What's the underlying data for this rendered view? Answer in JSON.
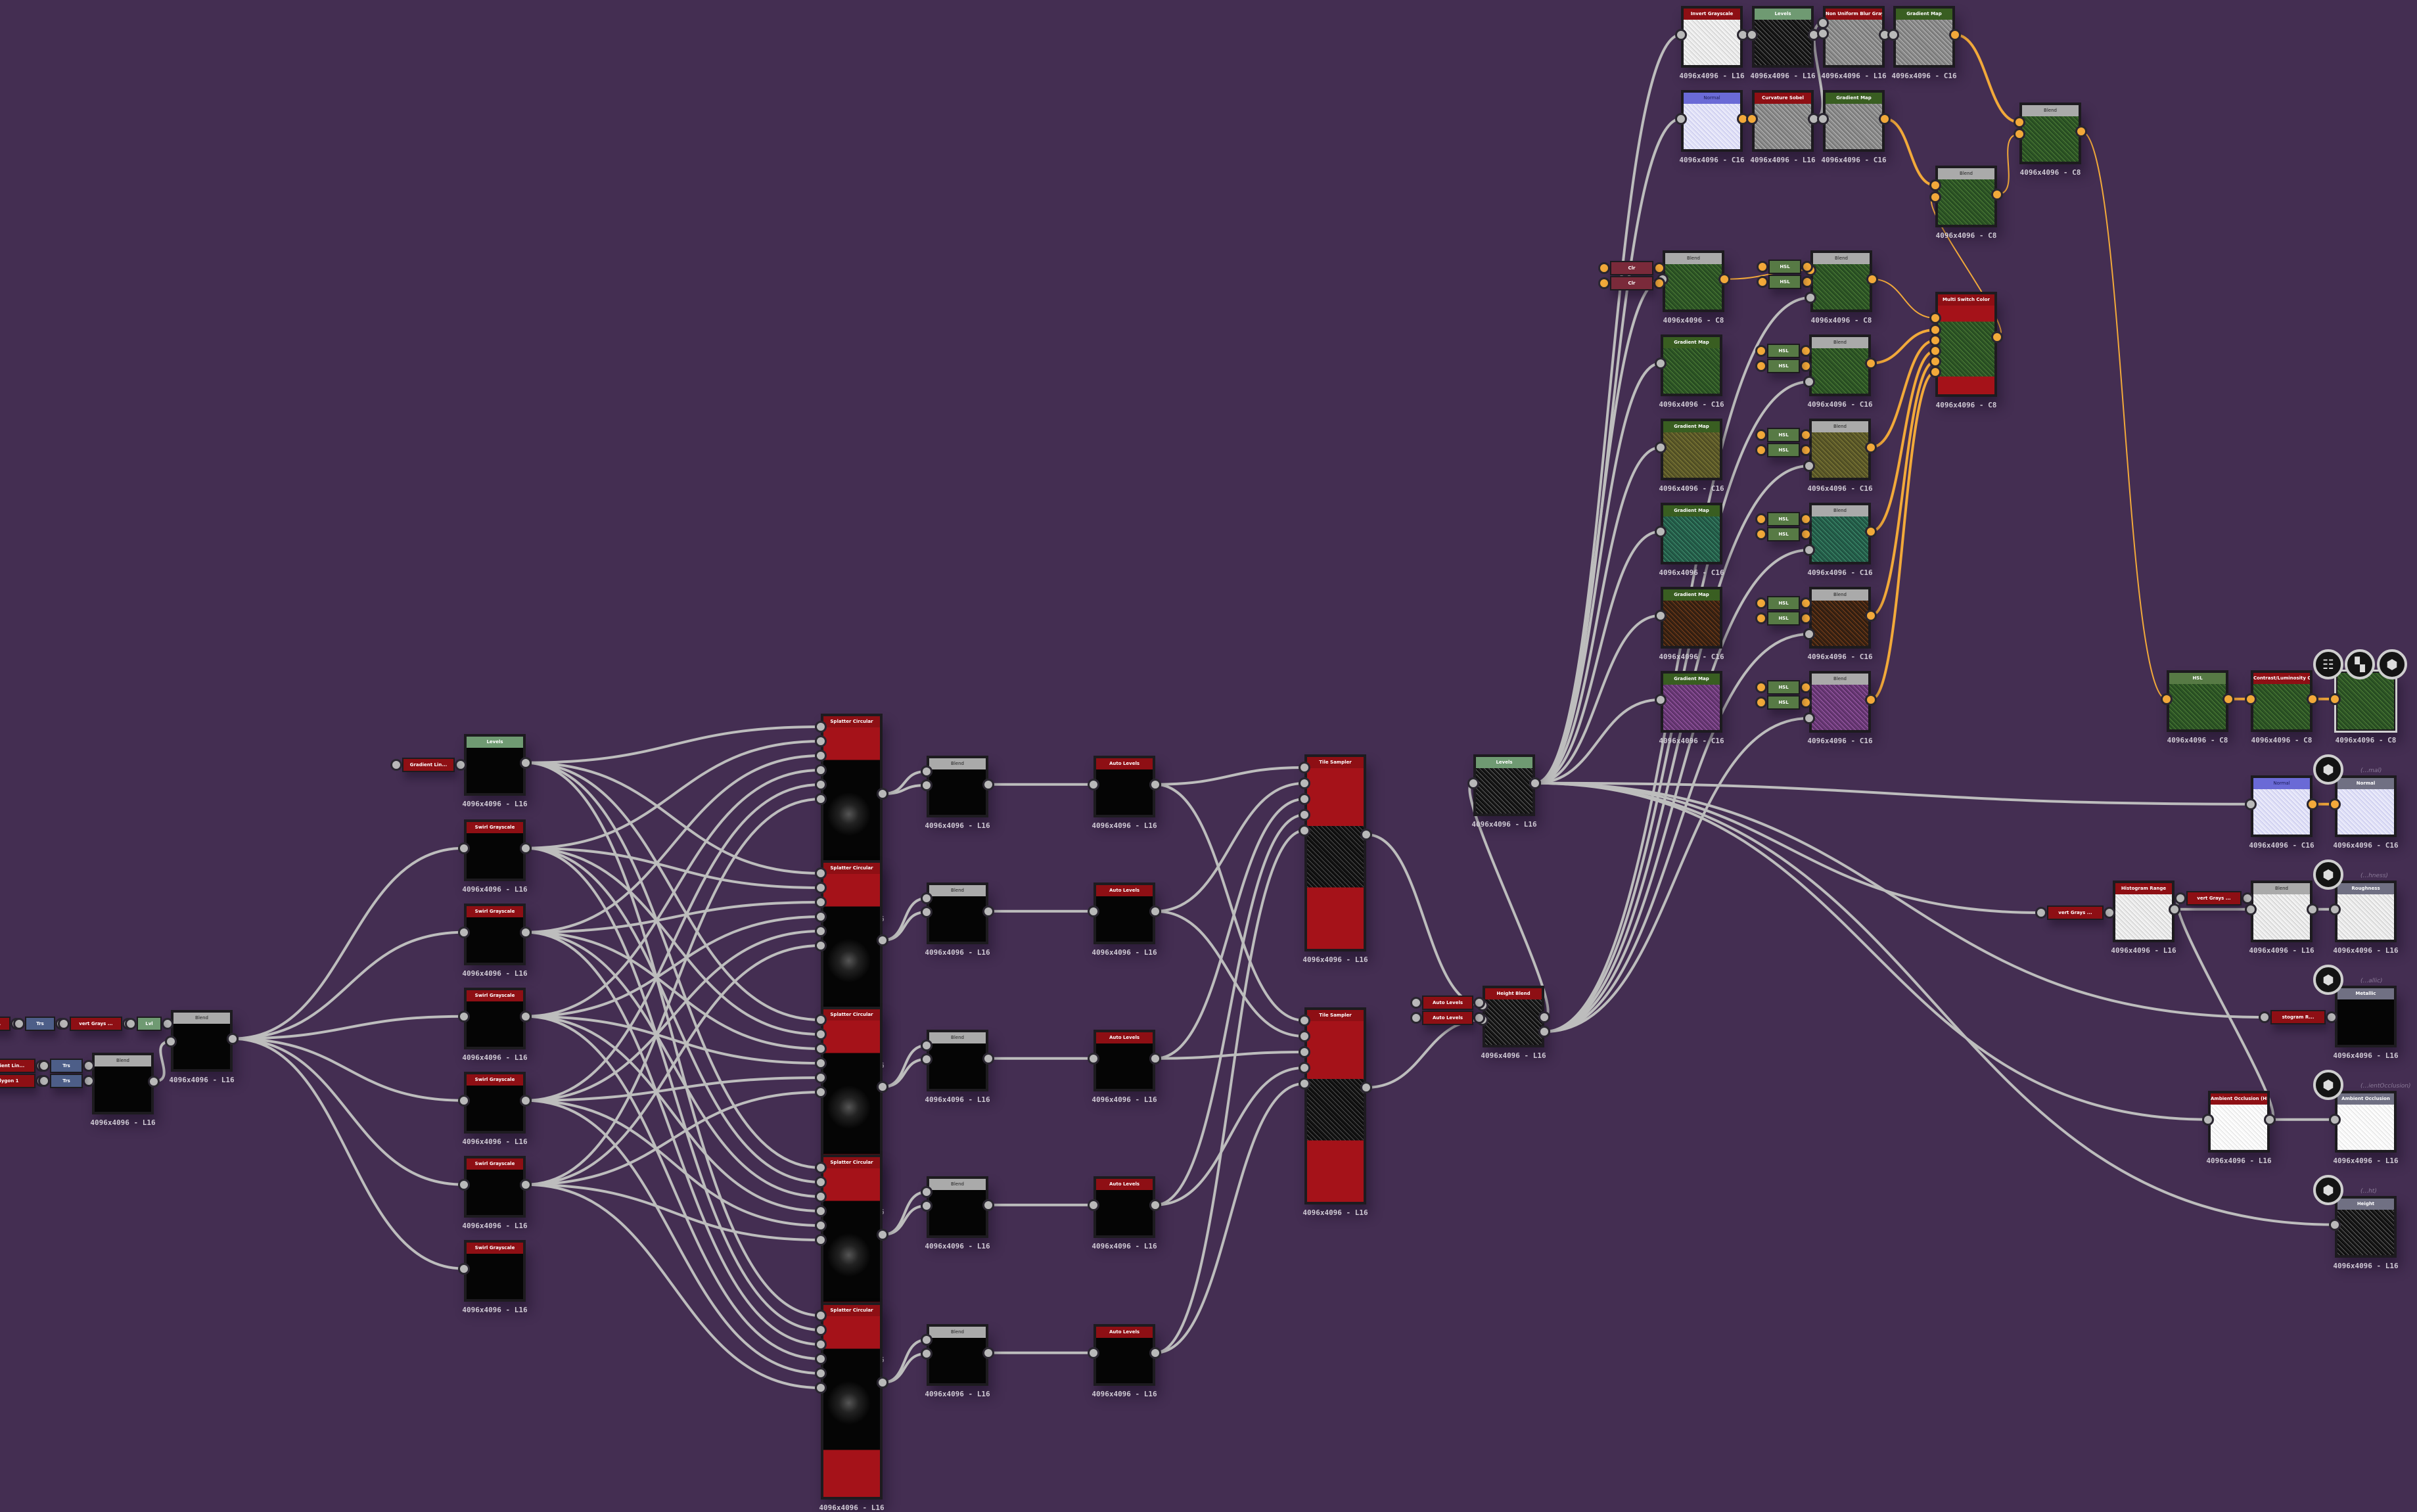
{
  "app": {
    "view": "graph-editor"
  },
  "colors": {
    "background": "#442e52",
    "wire_gray": "#bdbdbd",
    "wire_orange": "#f2a93a",
    "header_red": "#8e0f14",
    "header_levels": "#6f9a72",
    "header_gradient": "#395e21",
    "header_blend": "#aaaaaa",
    "header_normal": "#6a6ad6",
    "header_output": "#707083"
  },
  "nodes": [
    {
      "id": "blend_a",
      "title": "Blend",
      "res": "4096x4096 - L16",
      "hdr": "gray",
      "thumb": "black"
    },
    {
      "id": "blend_b",
      "title": "Blend",
      "res": "4096x4096 - L16",
      "hdr": "gray",
      "thumb": "black"
    },
    {
      "id": "levels_1",
      "title": "Levels",
      "res": "4096x4096 - L16",
      "hdr": "lvl",
      "thumb": "black"
    },
    {
      "id": "swirl_1",
      "title": "Swirl Grayscale",
      "res": "4096x4096 - L16",
      "hdr": "red",
      "thumb": "black"
    },
    {
      "id": "swirl_2",
      "title": "Swirl Grayscale",
      "res": "4096x4096 - L16",
      "hdr": "red",
      "thumb": "black"
    },
    {
      "id": "swirl_3",
      "title": "Swirl Grayscale",
      "res": "4096x4096 - L16",
      "hdr": "red",
      "thumb": "black"
    },
    {
      "id": "swirl_4",
      "title": "Swirl Grayscale",
      "res": "4096x4096 - L16",
      "hdr": "red",
      "thumb": "black"
    },
    {
      "id": "swirl_5",
      "title": "Swirl Grayscale",
      "res": "4096x4096 - L16",
      "hdr": "red",
      "thumb": "black"
    },
    {
      "id": "swirl_6",
      "title": "Swirl Grayscale",
      "res": "4096x4096 - L16",
      "hdr": "red",
      "thumb": "black"
    },
    {
      "id": "splat_1",
      "title": "Splatter Circular",
      "res": "4096x4096 - L16",
      "hdr": "red",
      "thumb": "splat"
    },
    {
      "id": "splat_2",
      "title": "Splatter Circular",
      "res": "4096x4096 - L16",
      "hdr": "red",
      "thumb": "splat"
    },
    {
      "id": "splat_3",
      "title": "Splatter Circular",
      "res": "4096x4096 - L16",
      "hdr": "red",
      "thumb": "splat"
    },
    {
      "id": "splat_4",
      "title": "Splatter Circular",
      "res": "4096x4096 - L16",
      "hdr": "red",
      "thumb": "splat"
    },
    {
      "id": "splat_5",
      "title": "Splatter Circular",
      "res": "4096x4096 - L16",
      "hdr": "red",
      "thumb": "splat"
    },
    {
      "id": "sblend_1",
      "title": "Blend",
      "res": "4096x4096 - L16",
      "hdr": "gray",
      "thumb": "black"
    },
    {
      "id": "sblend_2",
      "title": "Blend",
      "res": "4096x4096 - L16",
      "hdr": "gray",
      "thumb": "black"
    },
    {
      "id": "sblend_3",
      "title": "Blend",
      "res": "4096x4096 - L16",
      "hdr": "gray",
      "thumb": "black"
    },
    {
      "id": "sblend_4",
      "title": "Blend",
      "res": "4096x4096 - L16",
      "hdr": "gray",
      "thumb": "black"
    },
    {
      "id": "sblend_5",
      "title": "Blend",
      "res": "4096x4096 - L16",
      "hdr": "gray",
      "thumb": "black"
    },
    {
      "id": "auto_1",
      "title": "Auto Levels",
      "res": "4096x4096 - L16",
      "hdr": "red",
      "thumb": "black"
    },
    {
      "id": "auto_2",
      "title": "Auto Levels",
      "res": "4096x4096 - L16",
      "hdr": "red",
      "thumb": "black"
    },
    {
      "id": "auto_3",
      "title": "Auto Levels",
      "res": "4096x4096 - L16",
      "hdr": "red",
      "thumb": "black"
    },
    {
      "id": "auto_4",
      "title": "Auto Levels",
      "res": "4096x4096 - L16",
      "hdr": "red",
      "thumb": "black"
    },
    {
      "id": "auto_5",
      "title": "Auto Levels",
      "res": "4096x4096 - L16",
      "hdr": "red",
      "thumb": "black"
    },
    {
      "id": "tile_1",
      "title": "Tile Sampler",
      "res": "4096x4096 - L16",
      "hdr": "red",
      "thumb": "tile"
    },
    {
      "id": "tile_2",
      "title": "Tile Sampler",
      "res": "4096x4096 - L16",
      "hdr": "red",
      "thumb": "tile"
    },
    {
      "id": "hblend",
      "title": "Height Blend",
      "res": "4096x4096 - L16",
      "hdr": "red",
      "thumb": "noise-dark"
    },
    {
      "id": "levels_2",
      "title": "Levels",
      "res": "4096x4096 - L16",
      "hdr": "lvl",
      "thumb": "noise-dark"
    },
    {
      "id": "inv_gray_top",
      "title": "Invert Grayscale",
      "res": "4096x4096 - L16",
      "hdr": "red",
      "thumb": "noise-light"
    },
    {
      "id": "levels_top",
      "title": "Levels",
      "res": "4096x4096 - L16",
      "hdr": "lvl",
      "thumb": "noise-dark"
    },
    {
      "id": "nublur",
      "title": "Non Uniform Blur Gray...",
      "res": "4096x4096 - L16",
      "hdr": "red",
      "thumb": "noise-gray"
    },
    {
      "id": "gmap_top",
      "title": "Gradient Map",
      "res": "4096x4096 - C16",
      "hdr": "grad",
      "thumb": "noise-gray"
    },
    {
      "id": "normal_top",
      "title": "Normal",
      "res": "4096x4096 - C16",
      "hdr": "normal",
      "thumb": "normal"
    },
    {
      "id": "curv",
      "title": "Curvature Sobel",
      "res": "4096x4096 - L16",
      "hdr": "red",
      "thumb": "noise-gray"
    },
    {
      "id": "gmap_top2",
      "title": "Gradient Map",
      "res": "4096x4096 - C16",
      "hdr": "grad",
      "thumb": "noise-gray"
    },
    {
      "id": "blend_top2",
      "title": "Blend",
      "res": "4096x4096 - C8",
      "hdr": "gray",
      "thumb": "green"
    },
    {
      "id": "blend_top1",
      "title": "Blend",
      "res": "4096x4096 - C8",
      "hdr": "gray",
      "thumb": "green"
    },
    {
      "id": "cblend_0",
      "title": "Blend",
      "res": "4096x4096 - C8",
      "hdr": "gray",
      "thumb": "green"
    },
    {
      "id": "cblend_0b",
      "title": "Blend",
      "res": "4096x4096 - C8",
      "hdr": "gray",
      "thumb": "green"
    },
    {
      "id": "gm_1",
      "title": "Gradient Map",
      "res": "4096x4096 - C16",
      "hdr": "grad",
      "thumb": "green"
    },
    {
      "id": "cb_1",
      "title": "Blend",
      "res": "4096x4096 - C16",
      "hdr": "gray",
      "thumb": "green"
    },
    {
      "id": "gm_2",
      "title": "Gradient Map",
      "res": "4096x4096 - C16",
      "hdr": "grad",
      "thumb": "olive"
    },
    {
      "id": "cb_2",
      "title": "Blend",
      "res": "4096x4096 - C16",
      "hdr": "gray",
      "thumb": "olive"
    },
    {
      "id": "gm_3",
      "title": "Gradient Map",
      "res": "4096x4096 - C16",
      "hdr": "grad",
      "thumb": "teal"
    },
    {
      "id": "cb_3",
      "title": "Blend",
      "res": "4096x4096 - C16",
      "hdr": "gray",
      "thumb": "teal"
    },
    {
      "id": "gm_4",
      "title": "Gradient Map",
      "res": "4096x4096 - C16",
      "hdr": "grad",
      "thumb": "brown"
    },
    {
      "id": "cb_4",
      "title": "Blend",
      "res": "4096x4096 - C16",
      "hdr": "gray",
      "thumb": "brown"
    },
    {
      "id": "gm_5",
      "title": "Gradient Map",
      "res": "4096x4096 - C16",
      "hdr": "grad",
      "thumb": "purple"
    },
    {
      "id": "cb_5",
      "title": "Blend",
      "res": "4096x4096 - C16",
      "hdr": "gray",
      "thumb": "purple"
    },
    {
      "id": "mswitch",
      "title": "Multi Switch Color",
      "res": "4096x4096 - C8",
      "hdr": "red",
      "thumb": "mswitch"
    },
    {
      "id": "hsl_final",
      "title": "HSL",
      "res": "4096x4096 - C8",
      "hdr": "hsl",
      "thumb": "green"
    },
    {
      "id": "contrast",
      "title": "Contrast/Luminosity C...",
      "res": "4096x4096 - C8",
      "hdr": "red",
      "thumb": "green"
    },
    {
      "id": "out_basecolor",
      "title": "",
      "res": "4096x4096 - C8",
      "hdr": "none",
      "thumb": "green"
    },
    {
      "id": "normal_mid",
      "title": "Normal",
      "res": "4096x4096 - C16",
      "hdr": "normal",
      "thumb": "normal"
    },
    {
      "id": "out_normal",
      "title": "Normal",
      "res": "4096x4096 - C16",
      "hdr": "out",
      "thumb": "normal"
    },
    {
      "id": "histo",
      "title": "Histogram Range",
      "res": "4096x4096 - L16",
      "hdr": "red",
      "thumb": "noise-light"
    },
    {
      "id": "rblend",
      "title": "Blend",
      "res": "4096x4096 - L16",
      "hdr": "gray",
      "thumb": "noise-light"
    },
    {
      "id": "out_rough",
      "title": "Roughness",
      "res": "4096x4096 - L16",
      "hdr": "out",
      "thumb": "noise-light"
    },
    {
      "id": "out_metal",
      "title": "Metallic",
      "res": "4096x4096 - L16",
      "hdr": "out",
      "thumb": "black"
    },
    {
      "id": "ao",
      "title": "Ambient Occlusion (HB...",
      "res": "4096x4096 - L16",
      "hdr": "red",
      "thumb": "white"
    },
    {
      "id": "out_ao",
      "title": "Ambient Occlusion",
      "res": "4096x4096 - L16",
      "hdr": "out",
      "thumb": "white"
    },
    {
      "id": "out_height",
      "title": "Height",
      "res": "4096x4096 - L16",
      "hdr": "out",
      "thumb": "noise-dark"
    }
  ],
  "chips": [
    {
      "id": "c_gl1",
      "label": "Gradient Lin...",
      "kind": "red"
    },
    {
      "id": "c_trs1",
      "label": "Trs",
      "kind": "trs"
    },
    {
      "id": "c_inv1",
      "label": "vert Grays ...",
      "kind": "red"
    },
    {
      "id": "c_lvl1",
      "label": "Lvl",
      "kind": "lvl"
    },
    {
      "id": "c_gl2",
      "label": "Gradient Lin...",
      "kind": "red"
    },
    {
      "id": "c_trs2",
      "label": "Trs",
      "kind": "trs"
    },
    {
      "id": "c_poly",
      "label": "Polygon 1",
      "kind": "red"
    },
    {
      "id": "c_trs3",
      "label": "Trs",
      "kind": "trs"
    },
    {
      "id": "c_gl3",
      "label": "Gradient Lin...",
      "kind": "red"
    },
    {
      "id": "c_al1",
      "label": "Auto Levels",
      "kind": "red"
    },
    {
      "id": "c_al2",
      "label": "Auto Levels",
      "kind": "red"
    },
    {
      "id": "c_clr1",
      "label": "Clr",
      "kind": "clr"
    },
    {
      "id": "c_clr2",
      "label": "Clr",
      "kind": "clr"
    },
    {
      "id": "c_hsl0a",
      "label": "HSL",
      "kind": "hsl"
    },
    {
      "id": "c_hsl0b",
      "label": "HSL",
      "kind": "hsl"
    },
    {
      "id": "c_hsl1a",
      "label": "HSL",
      "kind": "hsl"
    },
    {
      "id": "c_hsl1b",
      "label": "HSL",
      "kind": "hsl"
    },
    {
      "id": "c_hsl2a",
      "label": "HSL",
      "kind": "hsl"
    },
    {
      "id": "c_hsl2b",
      "label": "HSL",
      "kind": "hsl"
    },
    {
      "id": "c_hsl3a",
      "label": "HSL",
      "kind": "hsl"
    },
    {
      "id": "c_hsl3b",
      "label": "HSL",
      "kind": "hsl"
    },
    {
      "id": "c_hsl4a",
      "label": "HSL",
      "kind": "hsl"
    },
    {
      "id": "c_hsl4b",
      "label": "HSL",
      "kind": "hsl"
    },
    {
      "id": "c_hsl5a",
      "label": "HSL",
      "kind": "hsl"
    },
    {
      "id": "c_hsl5b",
      "label": "HSL",
      "kind": "hsl"
    },
    {
      "id": "c_invr",
      "label": "vert Grays ...",
      "kind": "red"
    },
    {
      "id": "c_invr2",
      "label": "vert Grays ...",
      "kind": "red"
    },
    {
      "id": "c_histm",
      "label": "stogram R...",
      "kind": "red"
    }
  ],
  "output_badges": [
    {
      "id": "b_doc",
      "icon": "document-icon",
      "glyph": "☷"
    },
    {
      "id": "b_check",
      "icon": "checker-icon",
      "glyph": "▚"
    },
    {
      "id": "b_cube1",
      "icon": "cube-icon",
      "glyph": "⬢"
    },
    {
      "id": "b_cube2",
      "icon": "cube-icon",
      "glyph": "⬢"
    },
    {
      "id": "b_cube3",
      "icon": "cube-icon",
      "glyph": "⬢"
    },
    {
      "id": "b_cube4",
      "icon": "cube-icon",
      "glyph": "⬢"
    },
    {
      "id": "b_cube5",
      "icon": "cube-icon",
      "glyph": "⬢"
    },
    {
      "id": "b_cube6",
      "icon": "cube-icon",
      "glyph": "⬢"
    }
  ],
  "captions": {
    "normal": "(...mal)",
    "roughness": "(...hness)",
    "metallic": "(...allic)",
    "ao": "(...ientOcclusion)",
    "height": "(...ht)"
  }
}
